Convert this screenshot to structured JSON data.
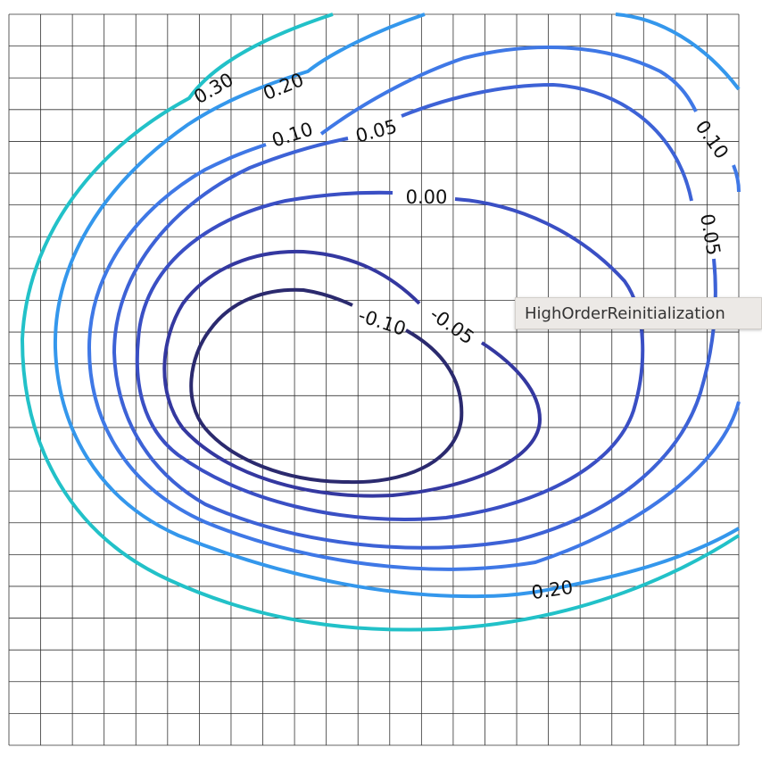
{
  "tooltip": {
    "text": "HighOrderReinitialization"
  },
  "chart_data": {
    "type": "contour",
    "title": "",
    "xlabel": "",
    "ylabel": "",
    "grid": true,
    "grid_cells": {
      "columns": 23,
      "rows": 23
    },
    "levels": [
      {
        "value": -0.1,
        "label": "-0.10",
        "color": "#2b2a6e"
      },
      {
        "value": -0.05,
        "label": "-0.05",
        "color": "#3438a0"
      },
      {
        "value": 0.0,
        "label": "0.00",
        "color": "#3a4fc4"
      },
      {
        "value": 0.05,
        "label": "0.05",
        "color": "#3d62d6"
      },
      {
        "value": 0.1,
        "label": "0.10",
        "color": "#3f78e6"
      },
      {
        "value": 0.2,
        "label": "0.20",
        "color": "#3497ec"
      },
      {
        "value": 0.3,
        "label": "0.30",
        "color": "#22c1c8"
      }
    ],
    "visible_labels": [
      "0.30",
      "0.20",
      "0.10",
      "0.05",
      "0.00",
      "-0.10",
      "-0.05",
      "0.10",
      "0.05",
      "0.20"
    ]
  }
}
